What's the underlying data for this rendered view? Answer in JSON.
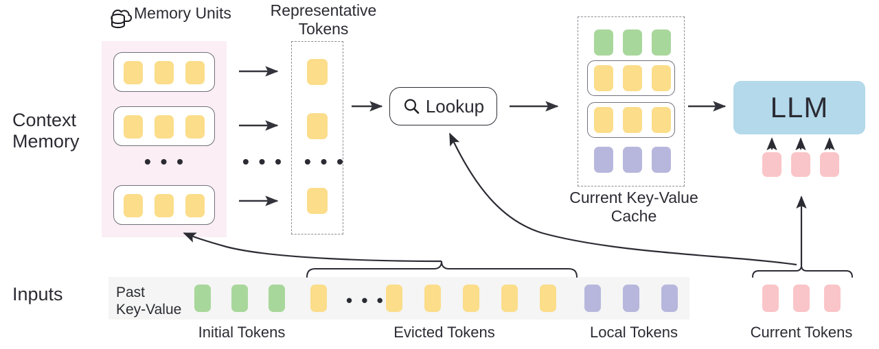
{
  "diagram": {
    "title": "Context Memory LLM KV-cache lookup architecture",
    "row_labels": {
      "context_memory": "Context\nMemory",
      "inputs": "Inputs"
    },
    "section_labels": {
      "memory_units": "Memory Units",
      "representative_tokens": "Representative Tokens",
      "current_kv_cache": "Current Key-Value Cache",
      "past_key_value": "Past\nKey-Value"
    },
    "nodes": {
      "lookup": "Lookup",
      "llm": "LLM"
    },
    "icons": {
      "memory_units": "cloud-database-icon",
      "lookup": "magnifier-icon"
    },
    "ellipsis": "• • •",
    "memory_units": [
      {
        "tokens": [
          "yellow",
          "yellow",
          "yellow"
        ]
      },
      {
        "tokens": [
          "yellow",
          "yellow",
          "yellow"
        ]
      },
      {
        "tokens": [
          "yellow",
          "yellow",
          "yellow"
        ]
      }
    ],
    "representative_tokens": [
      "yellow",
      "yellow",
      "yellow"
    ],
    "current_kv_cache_rows": [
      {
        "name": "initial",
        "color": "green",
        "framed": false,
        "count": 3
      },
      {
        "name": "retrieved-unit-1",
        "color": "yellow",
        "framed": true,
        "count": 3
      },
      {
        "name": "retrieved-unit-2",
        "color": "yellow",
        "framed": true,
        "count": 3
      },
      {
        "name": "local",
        "color": "purple",
        "framed": false,
        "count": 3
      }
    ],
    "llm_input_tokens": [
      "pink",
      "pink",
      "pink"
    ],
    "input_sequence": [
      {
        "color": "green",
        "group": "initial"
      },
      {
        "color": "green",
        "group": "initial"
      },
      {
        "color": "green",
        "group": "initial"
      },
      {
        "color": "yellow",
        "group": "evicted"
      },
      {
        "color": "ellipsis",
        "group": "evicted"
      },
      {
        "color": "yellow",
        "group": "evicted"
      },
      {
        "color": "yellow",
        "group": "evicted"
      },
      {
        "color": "yellow",
        "group": "evicted"
      },
      {
        "color": "yellow",
        "group": "evicted"
      },
      {
        "color": "yellow",
        "group": "evicted"
      },
      {
        "color": "purple",
        "group": "local"
      },
      {
        "color": "purple",
        "group": "local"
      },
      {
        "color": "purple",
        "group": "local"
      }
    ],
    "current_tokens": [
      "pink",
      "pink",
      "pink"
    ],
    "bottom_labels": {
      "initial": "Initial Tokens",
      "evicted": "Evicted Tokens",
      "local": "Local Tokens",
      "current": "Current Tokens"
    },
    "colors": {
      "yellow": "#fbdd8a",
      "green": "#a8d79b",
      "purple": "#b7b7dd",
      "pink": "#fac5c8",
      "llm_blue": "#b3d9ea",
      "context_memory_panel": "#fbeef5",
      "inputs_strip": "#f4f5f4",
      "stroke": "#2b2b33",
      "dashed_stroke": "#8b8b93"
    }
  }
}
